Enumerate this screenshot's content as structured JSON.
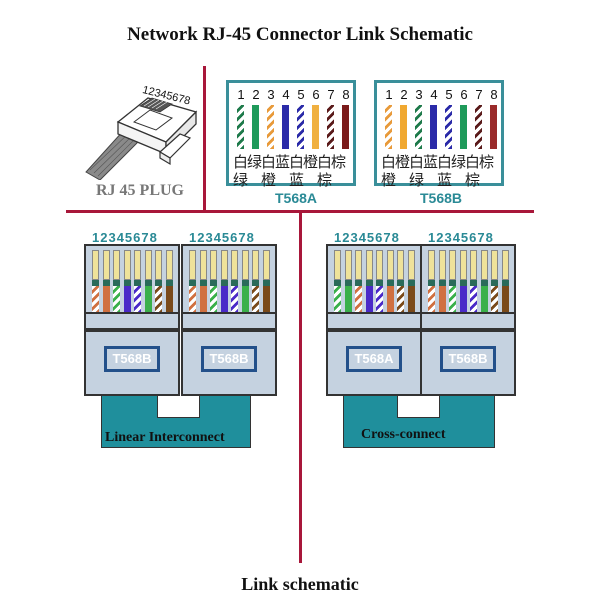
{
  "title": "Network RJ-45 Connector Link Schematic",
  "footer": "Link schematic",
  "colors": {
    "divider": "#a8173a",
    "accent_teal": "#2a8a96",
    "cable": "#1f8f9c",
    "connector_body": "#c5d2e0",
    "tag_border": "#23508a"
  },
  "plug": {
    "pin_numbers": "12345678",
    "label": "RJ 45 PLUG"
  },
  "standards": [
    {
      "name": "T568A",
      "pins": [
        "1",
        "2",
        "3",
        "4",
        "5",
        "6",
        "7",
        "8"
      ],
      "wires": [
        {
          "color": "white-green",
          "base": "#ffffff",
          "stripe": "#1e7a4a"
        },
        {
          "color": "green",
          "base": "#1e9a5a",
          "stripe": null
        },
        {
          "color": "white-orange",
          "base": "#ffffff",
          "stripe": "#e89a3a"
        },
        {
          "color": "blue",
          "base": "#2a2aa8",
          "stripe": null
        },
        {
          "color": "white-blue",
          "base": "#ffffff",
          "stripe": "#2a2aa8"
        },
        {
          "color": "orange",
          "base": "#f0b040",
          "stripe": null
        },
        {
          "color": "white-brown",
          "base": "#ffffff",
          "stripe": "#5a1a1a"
        },
        {
          "color": "brown",
          "base": "#7a1a1a",
          "stripe": null
        }
      ],
      "row1": "白绿白蓝白橙白棕",
      "row2": "绿　橙　蓝　棕"
    },
    {
      "name": "T568B",
      "pins": [
        "1",
        "2",
        "3",
        "4",
        "5",
        "6",
        "7",
        "8"
      ],
      "wires": [
        {
          "color": "white-orange",
          "base": "#ffffff",
          "stripe": "#e89a3a"
        },
        {
          "color": "orange",
          "base": "#f0a830",
          "stripe": null
        },
        {
          "color": "white-green",
          "base": "#ffffff",
          "stripe": "#1e7a4a"
        },
        {
          "color": "blue",
          "base": "#2a2aa8",
          "stripe": null
        },
        {
          "color": "white-blue",
          "base": "#ffffff",
          "stripe": "#2a2aa8"
        },
        {
          "color": "green",
          "base": "#1e9a5a",
          "stripe": null
        },
        {
          "color": "white-brown",
          "base": "#ffffff",
          "stripe": "#5a1a1a"
        },
        {
          "color": "brown",
          "base": "#9a2a2a",
          "stripe": null
        }
      ],
      "row1": "白橙白蓝白绿白棕",
      "row2": "橙　绿　蓝　棕"
    }
  ],
  "links": [
    {
      "name": "Linear Interconnect",
      "connectors": [
        {
          "pin_numbers": "12345678",
          "standard": "T568B"
        },
        {
          "pin_numbers": "12345678",
          "standard": "T568B"
        }
      ]
    },
    {
      "name": "Cross-connect",
      "connectors": [
        {
          "pin_numbers": "12345678",
          "standard": "T568A"
        },
        {
          "pin_numbers": "12345678",
          "standard": "T568B"
        }
      ]
    }
  ],
  "connector_wire_sets": {
    "T568A": [
      {
        "base": "#ffffff",
        "stripe": "#3ab04a"
      },
      {
        "base": "#3ab04a",
        "stripe": null
      },
      {
        "base": "#ffffff",
        "stripe": "#d07040"
      },
      {
        "base": "#4a2ac8",
        "stripe": null
      },
      {
        "base": "#ffffff",
        "stripe": "#4a2ac8"
      },
      {
        "base": "#d07040",
        "stripe": null
      },
      {
        "base": "#ffffff",
        "stripe": "#7a4a1a"
      },
      {
        "base": "#7a4a1a",
        "stripe": null
      }
    ],
    "T568B": [
      {
        "base": "#ffffff",
        "stripe": "#d07040"
      },
      {
        "base": "#d07040",
        "stripe": null
      },
      {
        "base": "#ffffff",
        "stripe": "#3ab04a"
      },
      {
        "base": "#4a2ac8",
        "stripe": null
      },
      {
        "base": "#ffffff",
        "stripe": "#4a2ac8"
      },
      {
        "base": "#3ab04a",
        "stripe": null
      },
      {
        "base": "#ffffff",
        "stripe": "#7a4a1a"
      },
      {
        "base": "#7a4a1a",
        "stripe": null
      }
    ]
  }
}
